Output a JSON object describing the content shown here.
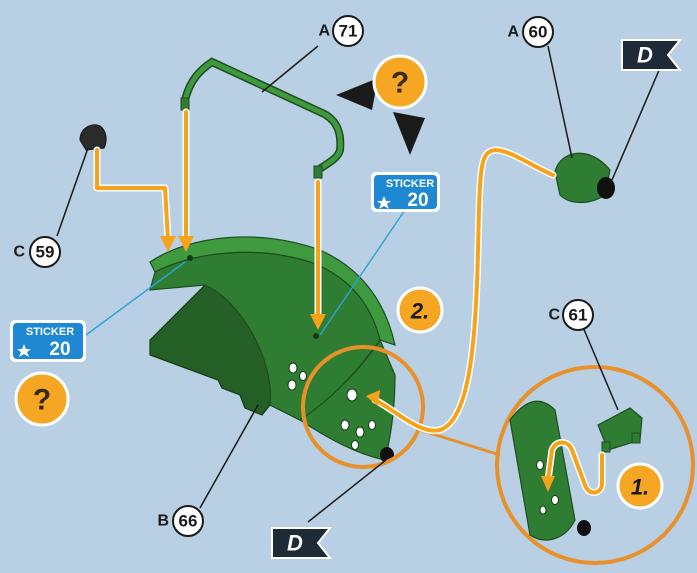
{
  "callouts": [
    {
      "letter": "A",
      "number": "71"
    },
    {
      "letter": "A",
      "number": "60"
    },
    {
      "letter": "C",
      "number": "59"
    },
    {
      "letter": "C",
      "number": "61"
    },
    {
      "letter": "B",
      "number": "66"
    }
  ],
  "stickers": [
    {
      "label": "STICKER",
      "number": "20"
    },
    {
      "label": "STICKER",
      "number": "20"
    }
  ],
  "steps": [
    "1.",
    "2."
  ],
  "flags": [
    "D",
    "D"
  ],
  "question_badges": [
    "?",
    "?"
  ],
  "colors": {
    "background": "#b9cfe3",
    "part_green": "#2f7d32",
    "arrow_orange": "#f7a21b",
    "sticker_blue": "#1e88d2",
    "badge_orange": "#f5a623",
    "flag_dark": "#1e2a36"
  }
}
